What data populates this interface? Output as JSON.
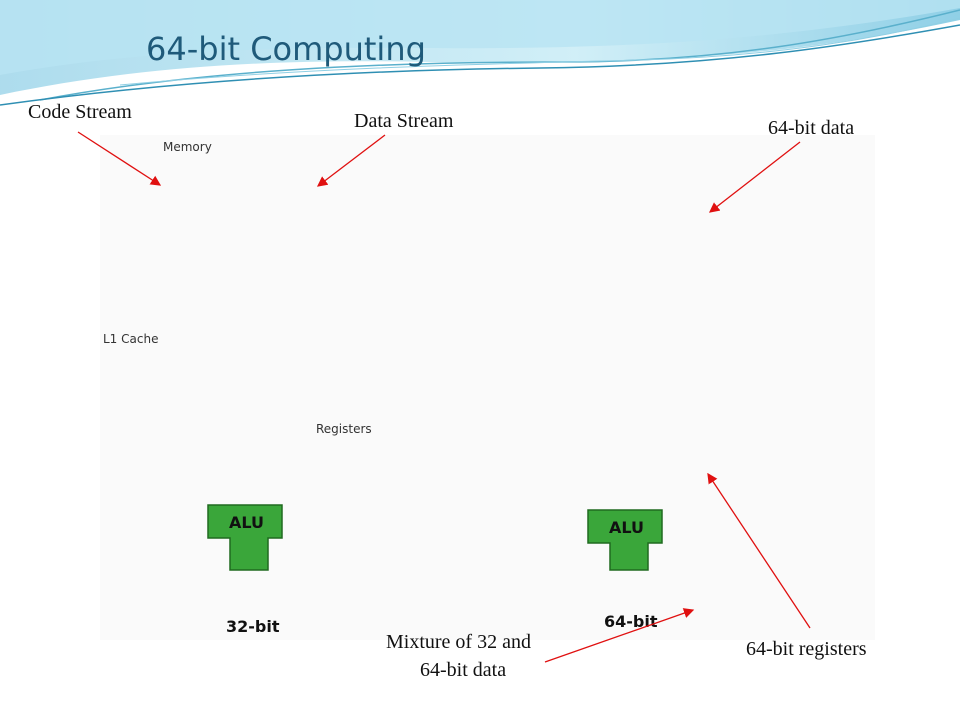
{
  "title": "64-bit Computing",
  "annotations": {
    "code_stream": "Code Stream",
    "data_stream": "Data Stream",
    "data64": "64-bit data",
    "registers64": "64-bit registers",
    "mixture_line1": "Mixture of 32 and",
    "mixture_line2": "64-bit data"
  },
  "diagram_labels": {
    "memory": "Memory",
    "l1_cache": "L1 Cache",
    "registers": "Registers",
    "alu": "ALU",
    "left_caption": "32-bit",
    "right_caption": "64-bit"
  },
  "colors": {
    "title": "#1f5a7a",
    "memory_block": "#7f9fcf",
    "cache_bg": "#ddbbdd",
    "alu": "#3aa63a",
    "data64": "#e01010",
    "arrow": "#e01010",
    "bus": "#8a8a8a"
  }
}
